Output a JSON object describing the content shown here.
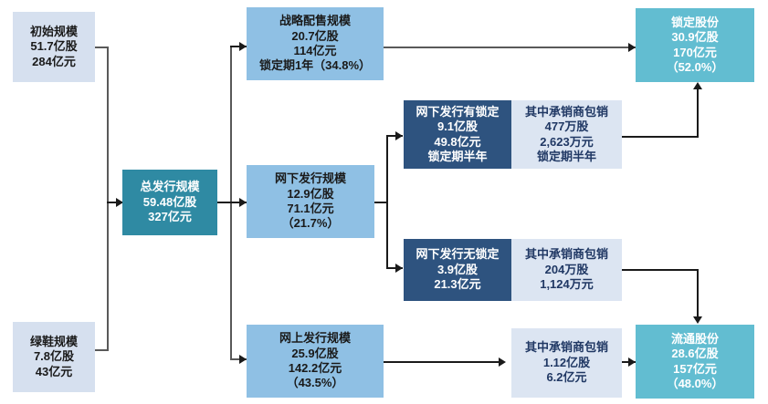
{
  "diagram": {
    "title_text": "",
    "colors": {
      "pale_blue": "#d6e0ef",
      "teal": "#2f8aa3",
      "light_blue": "#8fc0e4",
      "navy": "#2e537f",
      "ice_blue": "#dce5f2",
      "cyan": "#62bdd1",
      "line": "#1a1a1a"
    },
    "nodes": {
      "initial_scale": {
        "label": "初始规模",
        "shares": "51.7亿股",
        "amount": "284亿元"
      },
      "greenshoe_scale": {
        "label": "绿鞋规模",
        "shares": "7.8亿股",
        "amount": "43亿元"
      },
      "total_issue_scale": {
        "label": "总发行规模",
        "shares": "59.48亿股",
        "amount": "327亿元"
      },
      "strategic_placement": {
        "label": "战略配售规模",
        "shares": "20.7亿股",
        "amount": "114亿元",
        "lockup": "锁定期1年（34.8%）"
      },
      "offline_issue": {
        "label": "网下发行规模",
        "shares": "12.9亿股",
        "amount": "71.1亿元",
        "pct": "（21.7%）"
      },
      "online_issue": {
        "label": "网上发行规模",
        "shares": "25.9亿股",
        "amount": "142.2亿元",
        "pct": "（43.5%）"
      },
      "offline_locked": {
        "label": "网下发行有锁定",
        "shares": "9.1亿股",
        "amount": "49.8亿元",
        "lockup": "锁定期半年"
      },
      "offline_unlocked": {
        "label": "网下发行无锁定",
        "shares": "3.9亿股",
        "amount": "21.3亿元"
      },
      "underwriter_locked": {
        "label": "其中承销商包销",
        "shares": "477万股",
        "amount": "2,623万元",
        "lockup": "锁定期半年"
      },
      "underwriter_unlocked": {
        "label": "其中承销商包销",
        "shares": "204万股",
        "amount": "1,124万元"
      },
      "underwriter_online": {
        "label": "其中承销商包销",
        "shares": "1.12亿股",
        "amount": "6.2亿元"
      },
      "locked_shares": {
        "label": "锁定股份",
        "shares": "30.9亿股",
        "amount": "170亿元",
        "pct": "（52.0%）"
      },
      "floating_shares": {
        "label": "流通股份",
        "shares": "28.6亿股",
        "amount": "157亿元",
        "pct": "（48.0%）"
      }
    }
  }
}
